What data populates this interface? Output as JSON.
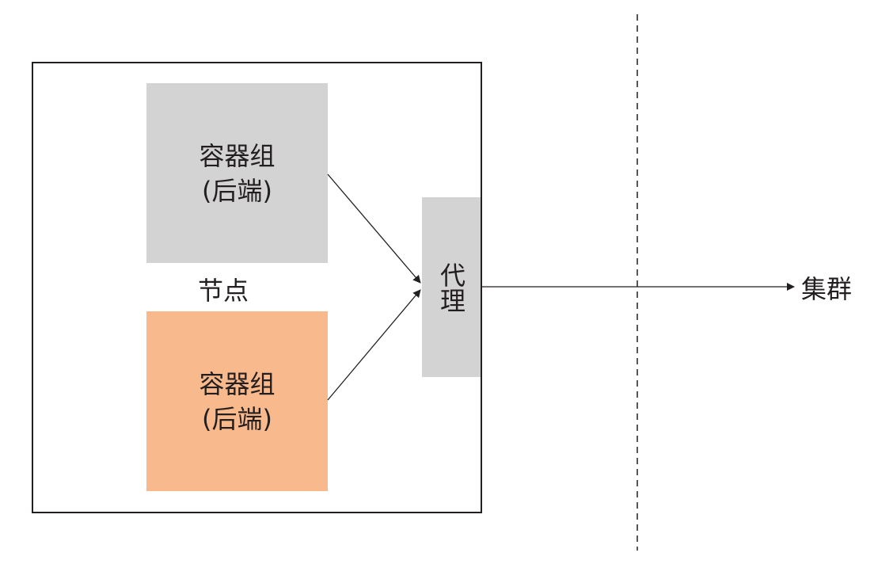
{
  "node": {
    "label": "节点"
  },
  "pods": [
    {
      "title": "容器组",
      "subtitle": "(后端)",
      "color": "#d3d3d3"
    },
    {
      "title": "容器组",
      "subtitle": "(后端)",
      "color": "#f8b98c"
    }
  ],
  "proxy": {
    "label": "代理"
  },
  "cluster": {
    "label": "集群"
  }
}
